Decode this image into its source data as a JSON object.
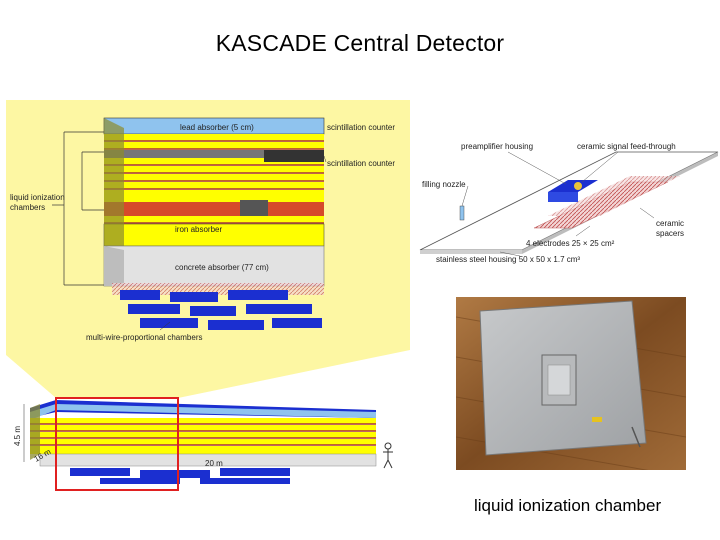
{
  "title": "KASCADE Central Detector",
  "caption": "liquid ionization chamber",
  "detector": {
    "lead_absorber": "lead absorber (5 cm)",
    "scint_counter_top": "scintillation counter",
    "scint_counter_mid": "scintillation counter",
    "liquid_chambers_line1": "liquid ionization",
    "liquid_chambers_line2": "chambers",
    "iron_absorber": "iron absorber",
    "concrete_absorber": "concrete absorber (77 cm)",
    "mwpc": "multi-wire-proportional chambers"
  },
  "overview": {
    "height": "4.5 m",
    "length": "20 m",
    "depth": "16 m"
  },
  "chamber": {
    "preamp": "preamplifier housing",
    "feedthrough": "ceramic signal feed-through",
    "nozzle": "filling nozzle",
    "spacers_line1": "ceramic",
    "spacers_line2": "spacers",
    "electrodes": "4 electrodes 25 × 25 cm²",
    "housing": "stainless steel housing 50 x 50 x 1.7 cm³"
  },
  "colors": {
    "yellow_bg": "#fdf7a3",
    "yellow_layer": "#ffff00",
    "blue": "#1b2fd0",
    "light_blue": "#8fc3ee",
    "red_frame": "#e02020"
  }
}
